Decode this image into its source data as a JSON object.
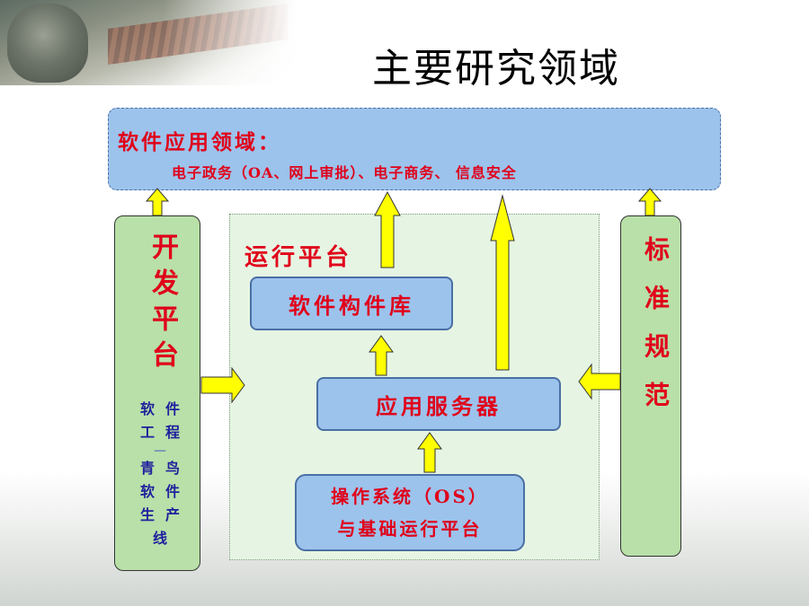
{
  "title": "主要研究领域",
  "top_box": {
    "heading": "软件应用领域：",
    "subtext": "电子政务（OA、网上审批）、电子商务、 信息安全"
  },
  "platform": {
    "label": "运行平台",
    "library": "软件构件库",
    "app_server": "应用服务器",
    "os_line1": "操作系统（OS）",
    "os_line2": "与基础运行平台"
  },
  "left_column": {
    "title": "开发平台",
    "sub_chars": [
      "软",
      "件",
      "工",
      "程",
      "—",
      "青",
      "鸟",
      "软",
      "件",
      "生",
      "产",
      "线"
    ]
  },
  "right_column": {
    "title": "标准规范"
  },
  "colors": {
    "accent_red": "#e0001a",
    "box_blue": "#9cc3ec",
    "column_green": "#b8e0a8",
    "arrow_yellow": "#ffff00"
  }
}
